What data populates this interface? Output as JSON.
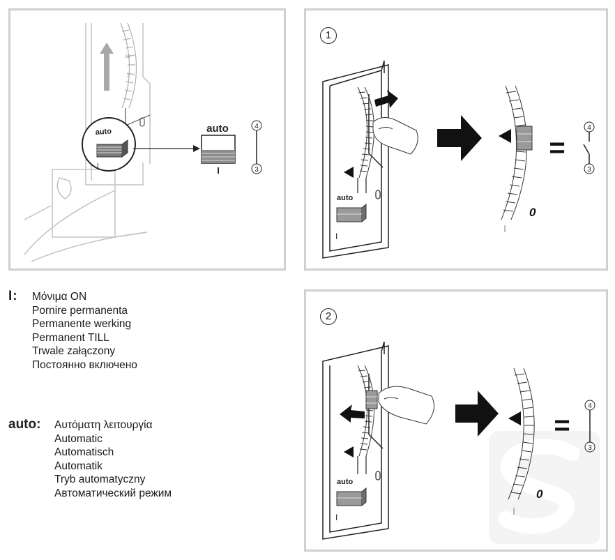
{
  "panel_a": {
    "switch_label": "auto",
    "zoom_label": "auto",
    "zoom_on_symbol": "I",
    "switch_on_symbol": "I",
    "terminal_top": "4",
    "terminal_bottom": "3",
    "dial_marks": [
      "18",
      "2"
    ]
  },
  "step1": {
    "number": "1",
    "switch_label": "auto",
    "on_symbol": "I",
    "zero_label": "0",
    "side_symbol": "I",
    "terminal_top": "4",
    "terminal_bottom": "3",
    "equals": "="
  },
  "step2": {
    "number": "2",
    "switch_label": "auto",
    "on_symbol": "I",
    "zero_label": "0",
    "side_symbol": "I",
    "terminal_top": "4",
    "terminal_bottom": "3",
    "equals": "="
  },
  "legend_on": {
    "key": "I:",
    "lines": [
      "Μόνιμα ON",
      "Pornire permanenta",
      "Permanente werking",
      "Permanent TILL",
      "Trwale załączony",
      "Постоянно включено"
    ]
  },
  "legend_auto": {
    "key": "auto:",
    "lines": [
      "Αυτόματη λειτουργία",
      "Automatic",
      "Automatisch",
      "Automatik",
      "Tryb automatyczny",
      "Автоматический режим"
    ]
  },
  "colors": {
    "panel_border": "#d0d0d0",
    "line": "#2a2a2a",
    "sketch": "#bdbdbd",
    "arrow_fill": "#111111",
    "slider_grey": "#9a9a9a"
  }
}
